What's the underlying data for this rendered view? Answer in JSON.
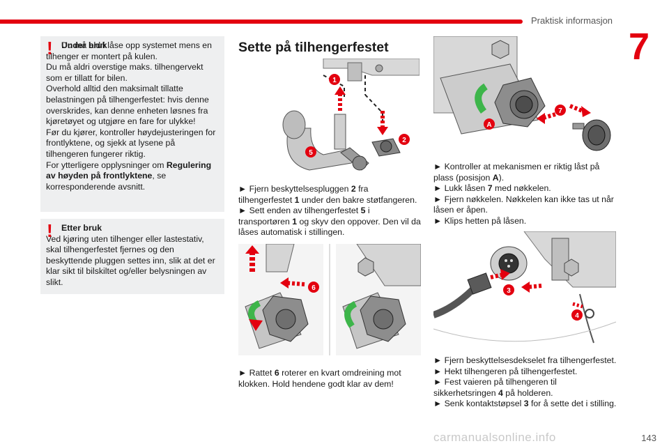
{
  "header": {
    "section_title": "Praktisk informasjon",
    "chapter_number": "7",
    "page_number": "143"
  },
  "warning_in_use": {
    "title": "Under bruk",
    "lines": [
      "Du må aldri låse opp systemet mens en tilhenger er montert på kulen.",
      "Du må aldri overstige maks. tilhengervekt som er tillatt for bilen.",
      "Overhold alltid den maksimalt tillatte belastningen på tilhengerfestet: hvis denne overskrides, kan denne enheten løsnes fra kjøretøyet og utgjøre en fare for ulykke!",
      "Før du kjører, kontroller høydejusteringen for frontlyktene, og sjekk at lysene på tilhengeren fungerer riktig."
    ],
    "ref_before": "For ytterligere opplysninger om ",
    "ref_bold": "Regulering av høyden på frontlyktene",
    "ref_after": ", se korresponderende avsnitt."
  },
  "warning_after_use": {
    "title": "Etter bruk",
    "text": "Ved kjøring uten tilhenger eller lastestativ, skal tilhengerfestet fjernes og den beskyttende pluggen settes inn, slik at det er klar sikt til bilskiltet og/eller belysningen av slikt."
  },
  "section": {
    "title": "Sette på tilhengerfestet"
  },
  "steps_col2": {
    "s1_a": "► Fjern beskyttelsespluggen ",
    "s1_b": "2",
    "s1_c": " fra tilhengerfestet ",
    "s1_d": "1",
    "s1_e": " under den bakre støtfangeren.",
    "s2_a": "► Sett enden av tilhengerfestet ",
    "s2_b": "5",
    "s2_c": " i transportøren ",
    "s2_d": "1",
    "s2_e": " og skyv den oppover. Den vil da låses automatisk i stillingen.",
    "s3_a": "► Rattet ",
    "s3_b": "6",
    "s3_c": " roterer en kvart omdreining mot klokken. Hold hendene godt klar av dem!"
  },
  "steps_col3": {
    "s4_a": "► Kontroller at mekanismen er riktig låst på plass (posisjon ",
    "s4_b": "A",
    "s4_c": ").",
    "s5_a": "► Lukk låsen ",
    "s5_b": "7",
    "s5_c": " med nøkkelen.",
    "s6": "► Fjern nøkkelen. Nøkkelen kan ikke tas ut når låsen er åpen.",
    "s7": "► Klips hetten på låsen.",
    "s8": "► Fjern beskyttelsesdekselet fra tilhengerfestet.",
    "s9": "► Hekt tilhengeren på tilhengerfestet.",
    "s10_a": "► Fest vaieren på tilhengeren til sikkerhetsringen ",
    "s10_b": "4",
    "s10_c": " på holderen.",
    "s11_a": "► Senk kontaktstøpsel ",
    "s11_b": "3",
    "s11_c": " for å sette det i stilling."
  },
  "callouts": {
    "c1": "1",
    "c2": "2",
    "c3": "3",
    "c4": "4",
    "c5": "5",
    "c6": "6",
    "c7": "7",
    "cA": "A"
  },
  "watermark": "carmanualsonline.info",
  "colors": {
    "accent": "#e3000f",
    "panel": "#eeeff0",
    "green": "#3db54a"
  }
}
